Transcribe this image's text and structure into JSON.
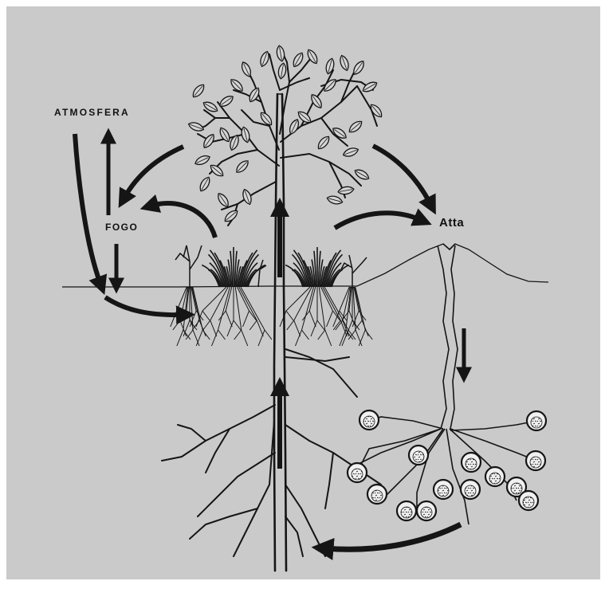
{
  "diagram": {
    "labels": {
      "atmosphere": "ATMOSFERA",
      "fire": "FOGO",
      "ants": "Atta"
    },
    "colors": {
      "background": "#cacaca",
      "ink": "#151515",
      "fungus_chamber_fill": "#f0f0f0"
    },
    "icons": {
      "tree": "tree-icon",
      "shrub": "shrub-icon",
      "grass_tuft": "grass-tuft-icon",
      "ant_mound": "ant-mound-icon",
      "fungus_chamber": "fungus-chamber-icon",
      "flow_arrow": "arrow-icon"
    }
  }
}
